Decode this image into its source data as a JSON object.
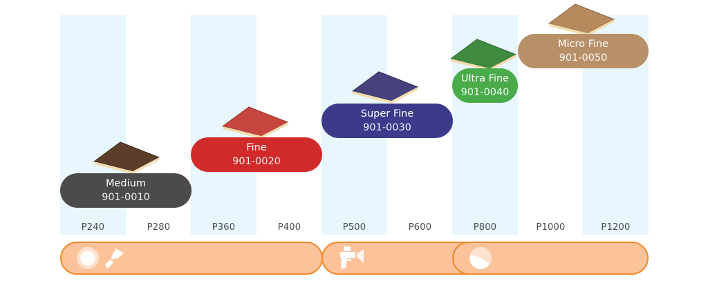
{
  "grits": [
    "P240",
    "P280",
    "P360",
    "P400",
    "P500",
    "P600",
    "P800",
    "P1000",
    "P1200"
  ],
  "products": [
    {
      "name": "Medium",
      "code": "901-0010",
      "color": "#4b4b4b",
      "pad_top": "#5b3d2a",
      "pad_side": "#3e2a1d"
    },
    {
      "name": "Fine",
      "code": "901-0020",
      "color": "#d12a2a",
      "pad_top": "#c6463f",
      "pad_side": "#963229"
    },
    {
      "name": "Super Fine",
      "code": "901-0030",
      "color": "#3d3a8c",
      "pad_top": "#46427d",
      "pad_side": "#312e5c"
    },
    {
      "name": "Ultra Fine",
      "code": "901-0040",
      "color": "#4aab4a",
      "pad_top": "#3f8a3f",
      "pad_side": "#2f6a2f"
    },
    {
      "name": "Micro Fine",
      "code": "901-0050",
      "color": "#b89068",
      "pad_top": "#b68a5c",
      "pad_side": "#8a6642"
    }
  ],
  "colors": {
    "stripe": "#e8f6fd",
    "band_fill": "#fcc39a",
    "band_border": "#f08a2c",
    "foam": "#f1ddb0"
  },
  "icons": {
    "band1": [
      "sanding-disc-icon",
      "putty-knife-icon"
    ],
    "band2": [
      "spray-gun-icon"
    ],
    "band3": [
      "polishing-pad-icon"
    ]
  }
}
